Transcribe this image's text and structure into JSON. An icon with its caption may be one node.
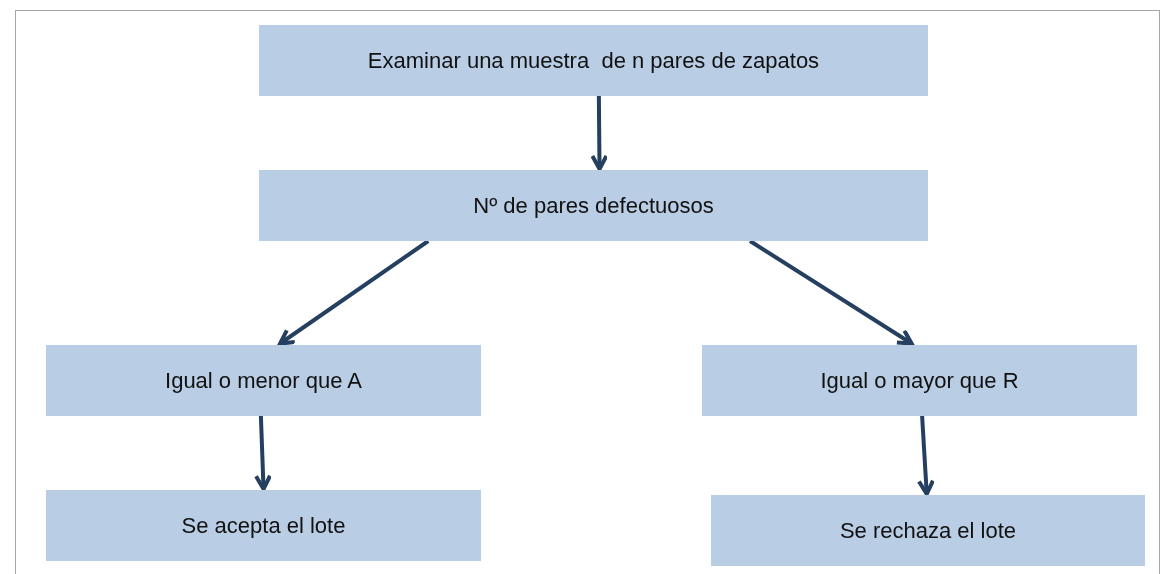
{
  "diagram": {
    "nodes": [
      {
        "text": [
          "Examinar una muestra  de n pares de zapatos"
        ]
      },
      {
        "text": [
          "Nº de pares defectuosos"
        ]
      },
      {
        "text": [
          "Igual o menor que A"
        ]
      },
      {
        "text": [
          "Igual o mayor que R"
        ]
      },
      {
        "text": [
          "Se acepta el lote"
        ]
      },
      {
        "text": [
          "Se rechaza el lote"
        ]
      }
    ],
    "edges": [
      {
        "from": 0,
        "to": 1,
        "arrow": "to"
      },
      {
        "from": 1,
        "to": 2,
        "arrow": "to"
      },
      {
        "from": 1,
        "to": 3,
        "arrow": "to"
      },
      {
        "from": 2,
        "to": 4,
        "arrow": "to"
      },
      {
        "from": 3,
        "to": 5,
        "arrow": "to"
      }
    ]
  }
}
